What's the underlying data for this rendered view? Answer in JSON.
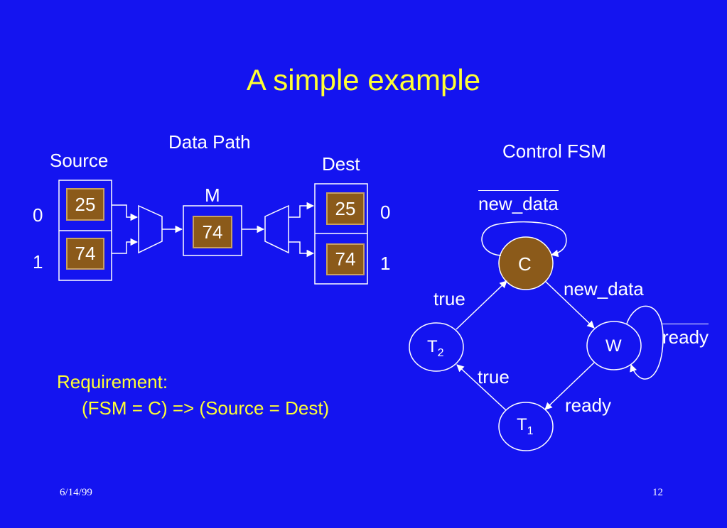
{
  "slide": {
    "title": "A simple example",
    "footer_date": "6/14/99",
    "footer_page": "12",
    "colors": {
      "background": "#1414f0",
      "title": "#ffff33",
      "register_fill": "#8b5a1a",
      "state_c_fill": "#8b5a1a"
    }
  },
  "datapath": {
    "heading": "Data Path",
    "source": {
      "label": "Source",
      "values": [
        "25",
        "74"
      ],
      "indices": [
        "0",
        "1"
      ]
    },
    "m": {
      "label": "M",
      "value": "74"
    },
    "dest": {
      "label": "Dest",
      "values": [
        "25",
        "74"
      ],
      "indices": [
        "0",
        "1"
      ]
    }
  },
  "fsm": {
    "heading": "Control FSM",
    "states": {
      "c": {
        "label": "C"
      },
      "w": {
        "label": "W"
      },
      "t1": {
        "label": "T",
        "subscript": "1"
      },
      "t2": {
        "label": "T",
        "subscript": "2"
      }
    },
    "transitions": {
      "c_self": "new_data",
      "c_to_w": "new_data",
      "w_self": "ready",
      "w_to_t1": "ready",
      "t1_to_t2": "true",
      "t2_to_c": "true"
    },
    "overlined_labels": [
      "c_self",
      "w_self"
    ]
  },
  "requirement": {
    "line1": "Requirement:",
    "line2": "(FSM = C) => (Source = Dest)"
  }
}
